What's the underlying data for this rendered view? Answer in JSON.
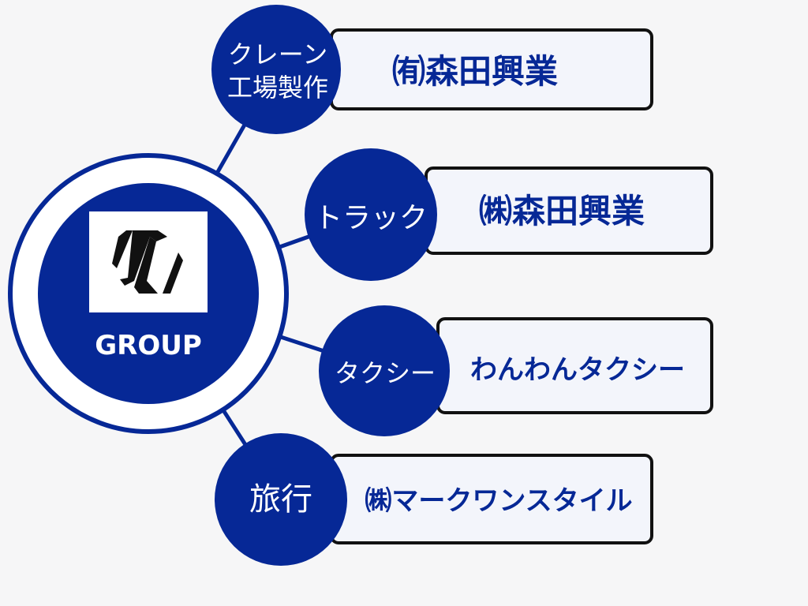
{
  "center": {
    "label": "GROUP",
    "logo_letter": "M"
  },
  "branches": [
    {
      "category_lines": [
        "クレーン",
        "工場製作"
      ],
      "company": "㈲森田興業"
    },
    {
      "category_lines": [
        "トラック"
      ],
      "company": "㈱森田興業"
    },
    {
      "category_lines": [
        "タクシー"
      ],
      "company": "わんわんタクシー"
    },
    {
      "category_lines": [
        "旅行"
      ],
      "company": "㈱マークワンスタイル"
    }
  ],
  "colors": {
    "navy": "#062896",
    "background": "#f6f6f7",
    "box_fill": "#f3f5fb"
  }
}
